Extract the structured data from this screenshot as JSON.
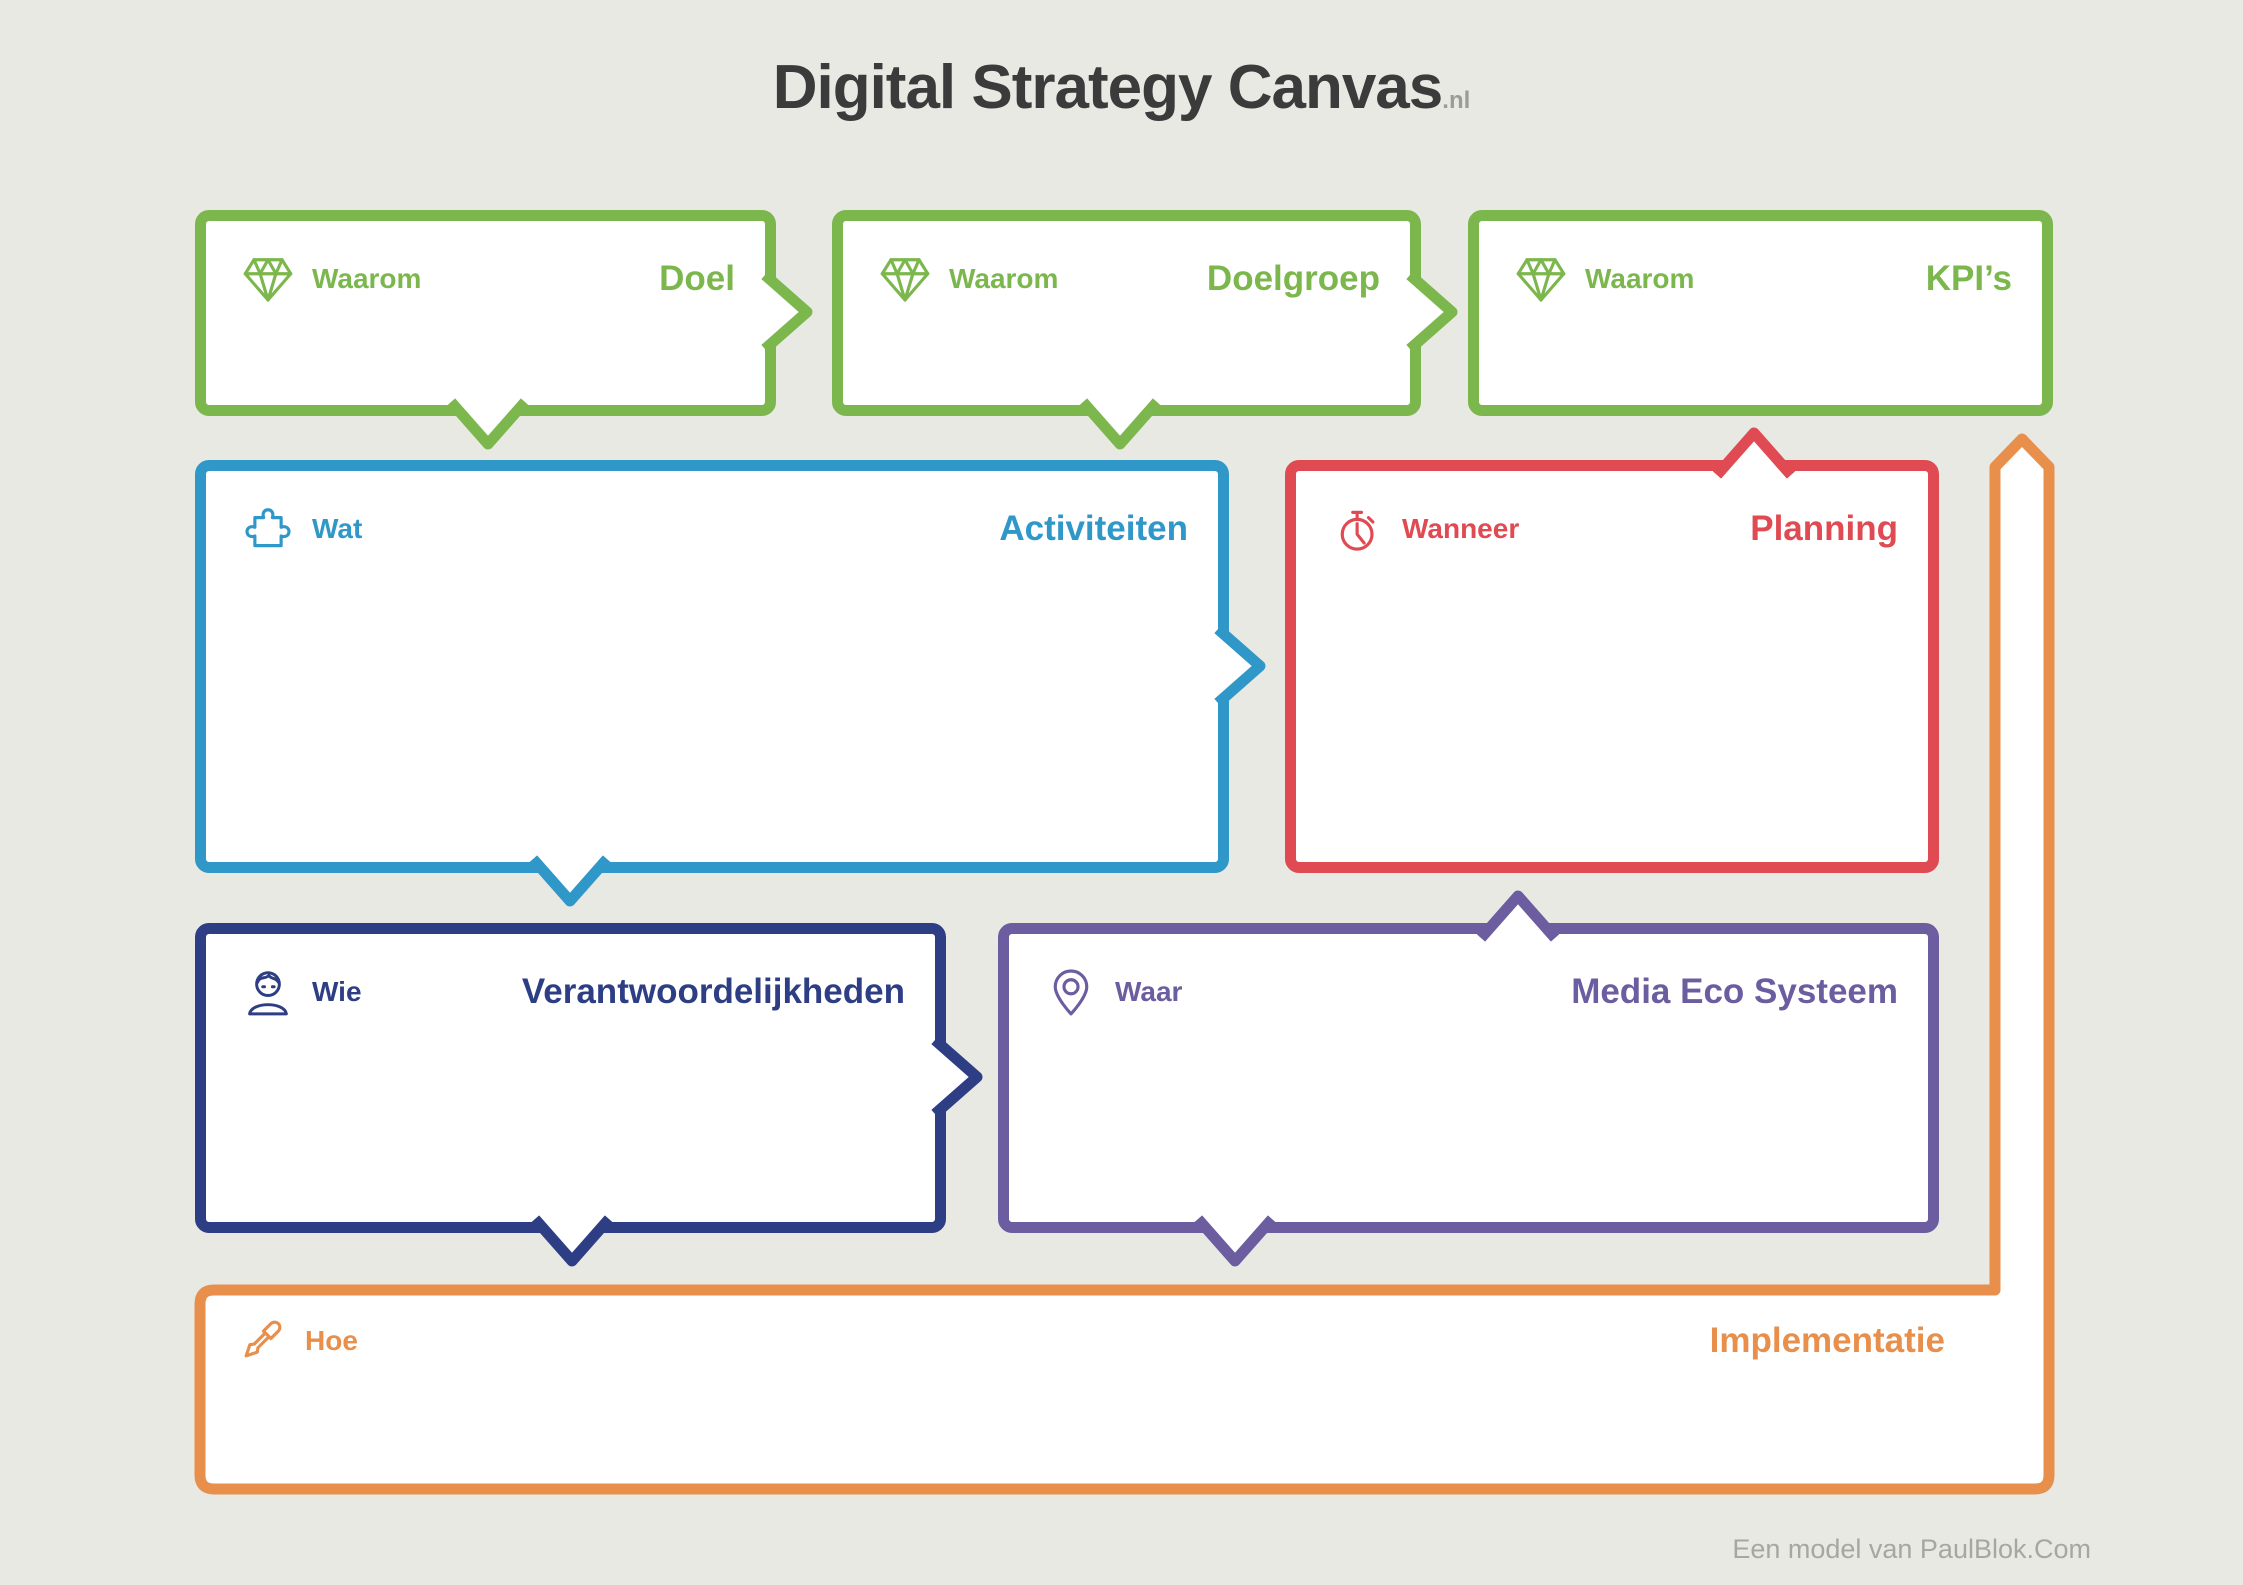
{
  "title": {
    "main": "Digital Strategy Canvas",
    "suffix": ".nl"
  },
  "attribution": "Een model van PaulBlok.Com",
  "colors": {
    "background": "#e9e9e4",
    "title": "#3b3b3b",
    "green": "#7cb74d",
    "blue": "#3097c9",
    "red": "#e04a52",
    "navy": "#2d3e85",
    "purple": "#6b5d9f",
    "orange": "#e88f4c",
    "attribution_gray": "#a7a7a2"
  },
  "boxes": {
    "doel": {
      "label": "Waarom",
      "title": "Doel",
      "icon": "diamond-icon",
      "color": "#7cb74d"
    },
    "doelgroep": {
      "label": "Waarom",
      "title": "Doelgroep",
      "icon": "diamond-icon",
      "color": "#7cb74d"
    },
    "kpis": {
      "label": "Waarom",
      "title": "KPI’s",
      "icon": "diamond-icon",
      "color": "#7cb74d"
    },
    "activiteiten": {
      "label": "Wat",
      "title": "Activiteiten",
      "icon": "puzzle-icon",
      "color": "#3097c9"
    },
    "planning": {
      "label": "Wanneer",
      "title": "Planning",
      "icon": "stopwatch-icon",
      "color": "#e04a52"
    },
    "verantwoordelijkheden": {
      "label": "Wie",
      "title": "Verantwoordelijkheden",
      "icon": "person-icon",
      "color": "#2d3e85"
    },
    "media": {
      "label": "Waar",
      "title": "Media Eco Systeem",
      "icon": "location-pin-icon",
      "color": "#6b5d9f"
    },
    "implementatie": {
      "label": "Hoe",
      "title": "Implementatie",
      "icon": "screwdriver-icon",
      "color": "#e88f4c"
    }
  }
}
